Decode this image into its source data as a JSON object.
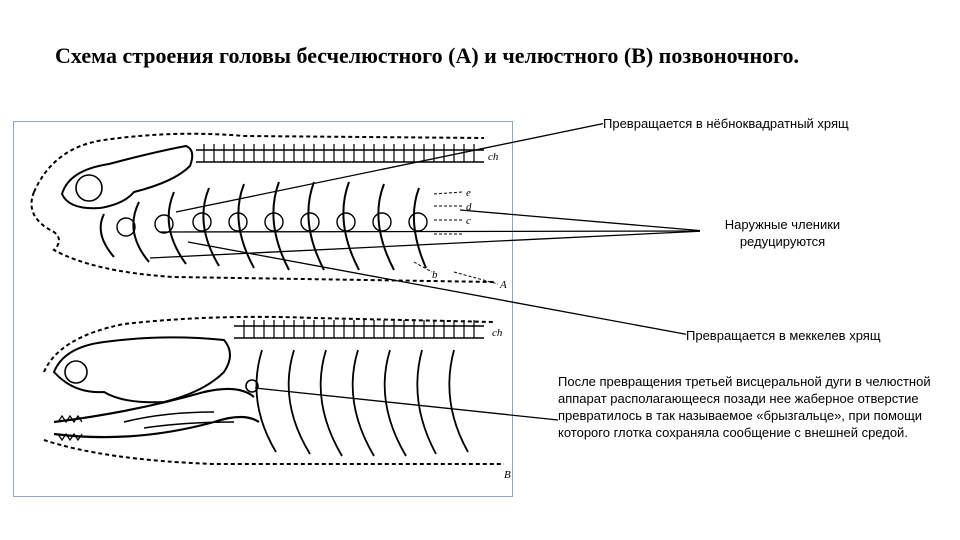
{
  "title": "Схема строения головы бесчелюстного (А) и челюстного (В) позвоночного.",
  "notes": {
    "palatoquadrate": "Превращается в нёбноквадратный хрящ",
    "outer_segments": "Наружные членики редуцируются",
    "meckel": "Превращается в меккелев хрящ",
    "spiracle": "После превращения третьей висцеральной дуги в челюстной аппарат располагающееся позади нее жаберное отверстие превратилось в так называемое «брызгальце», при помощи которого глотка сохраняла сообщение с внешней средой."
  },
  "figure_labels": {
    "ch_top": "ch",
    "e": "e",
    "d": "d",
    "c": "c",
    "b": "b",
    "A": "A",
    "ch_bottom": "ch",
    "B": "B"
  },
  "colors": {
    "line": "#000000",
    "frame": "#8aa6c8"
  }
}
